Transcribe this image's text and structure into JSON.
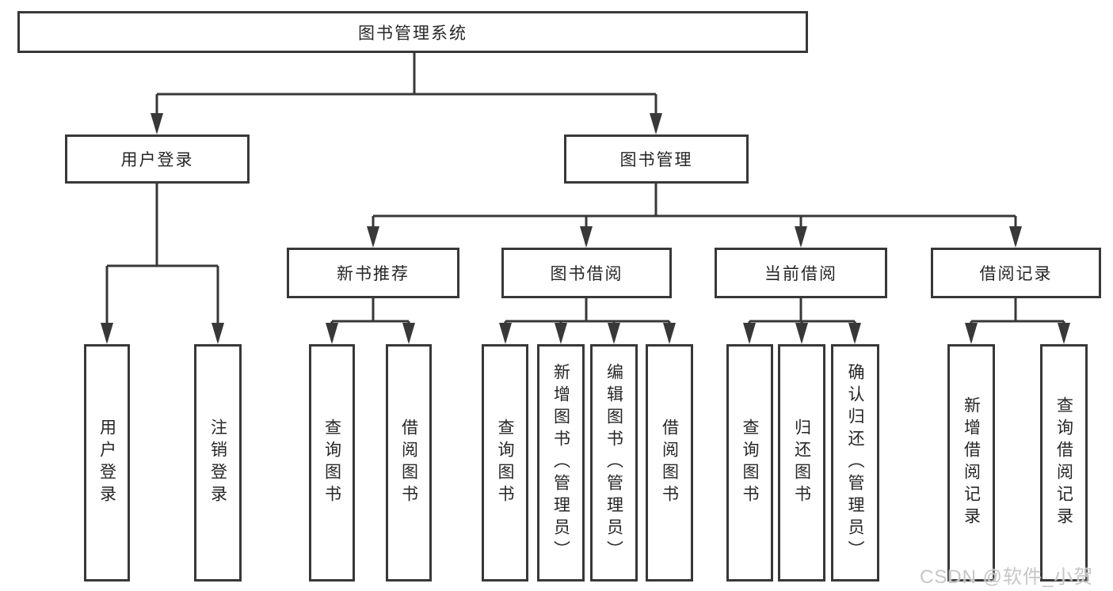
{
  "diagram": {
    "type": "hierarchy-flowchart",
    "root": {
      "label": "图书管理系统"
    },
    "branches": [
      {
        "label": "用户登录",
        "children": [
          {
            "label": "用户登录"
          },
          {
            "label": "注销登录"
          }
        ]
      },
      {
        "label": "图书管理",
        "children": [
          {
            "label": "新书推荐",
            "children": [
              {
                "label": "查询图书"
              },
              {
                "label": "借阅图书"
              }
            ]
          },
          {
            "label": "图书借阅",
            "children": [
              {
                "label": "查询图书"
              },
              {
                "label": "新增图书（管理员）"
              },
              {
                "label": "编辑图书（管理员）"
              },
              {
                "label": "借阅图书"
              }
            ]
          },
          {
            "label": "当前借阅",
            "children": [
              {
                "label": "查询图书"
              },
              {
                "label": "归还图书"
              },
              {
                "label": "确认归还（管理员）"
              }
            ]
          },
          {
            "label": "借阅记录",
            "children": [
              {
                "label": "新增借阅记录"
              },
              {
                "label": "查询借阅记录"
              }
            ]
          }
        ]
      }
    ]
  },
  "colors": {
    "line": "#383838",
    "box_border": "#383838",
    "text": "#262626",
    "watermark": "#c6c6c6",
    "background": "#ffffff"
  },
  "watermark": {
    "text": "CSDN @软件_小贺同学"
  }
}
